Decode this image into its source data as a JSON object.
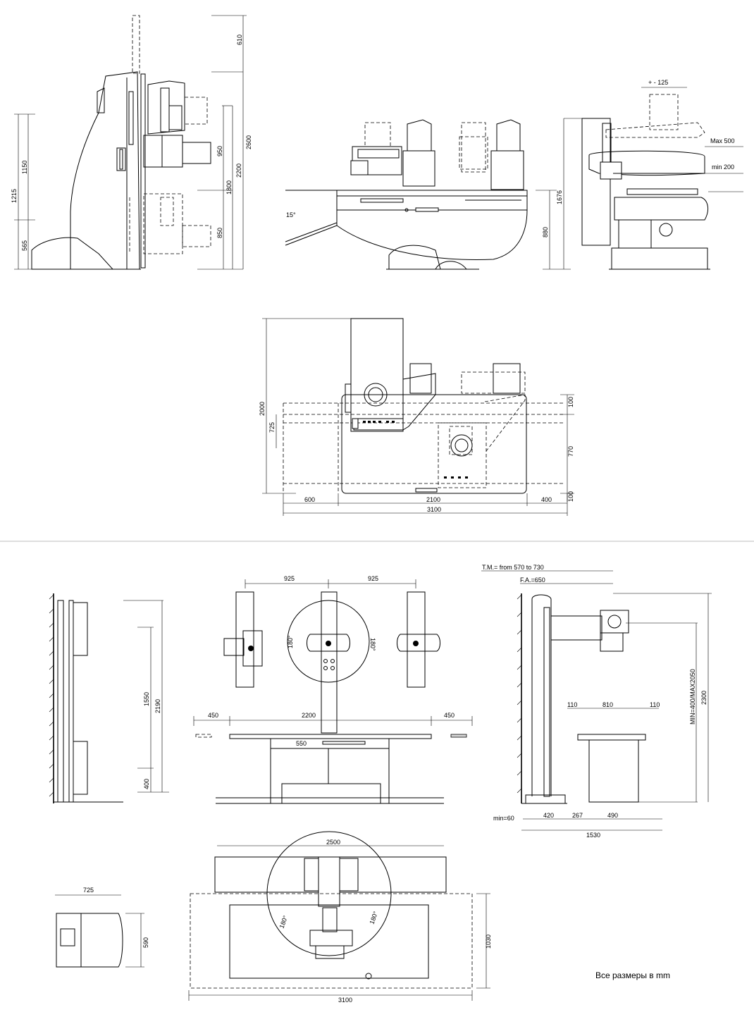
{
  "views": {
    "side_left": {
      "d610": "610",
      "d2600": "2600",
      "d2200": "2200",
      "d1800": "1800",
      "d950": "950",
      "d850": "850",
      "d1215": "1215",
      "d1150": "1150",
      "d565": "565"
    },
    "front_table": {
      "angle": "15°",
      "d880": "880"
    },
    "right_side": {
      "d125": "+ - 125",
      "dmax": "Max 500",
      "dmin": "min 200",
      "d1676": "1676"
    },
    "top_view": {
      "d2000": "2000",
      "d725": "725",
      "d100a": "100",
      "d770": "770",
      "d100b": "100",
      "d600": "600",
      "d2100": "2100",
      "d400": "400",
      "d3100": "3100"
    },
    "wall_view": {
      "d1550": "1550",
      "d2190": "2190",
      "d400": "400"
    },
    "bucky_front": {
      "d925a": "925",
      "d925b": "925",
      "d180a": "180°",
      "d180b": "180°",
      "d450a": "450",
      "d2200": "2200",
      "d450b": "450",
      "d550": "550"
    },
    "stand_side": {
      "tm": "T.M.= from 570 to 730",
      "fa": "F.A.=650",
      "d110a": "110",
      "d810": "810",
      "d110b": "110",
      "dminmax": "MIN=400/MAX2050",
      "d2300": "2300",
      "dmin60": "min=60",
      "d420": "420",
      "d267": "267",
      "d490": "490",
      "d1530": "1530"
    },
    "small_top": {
      "d725": "725",
      "d590": "590"
    },
    "plan_view": {
      "d2500": "2500",
      "d180a": "180°",
      "d180b": "180°",
      "d1030": "1030",
      "d3100": "3100"
    }
  },
  "footer_note": "Все размеры в mm"
}
